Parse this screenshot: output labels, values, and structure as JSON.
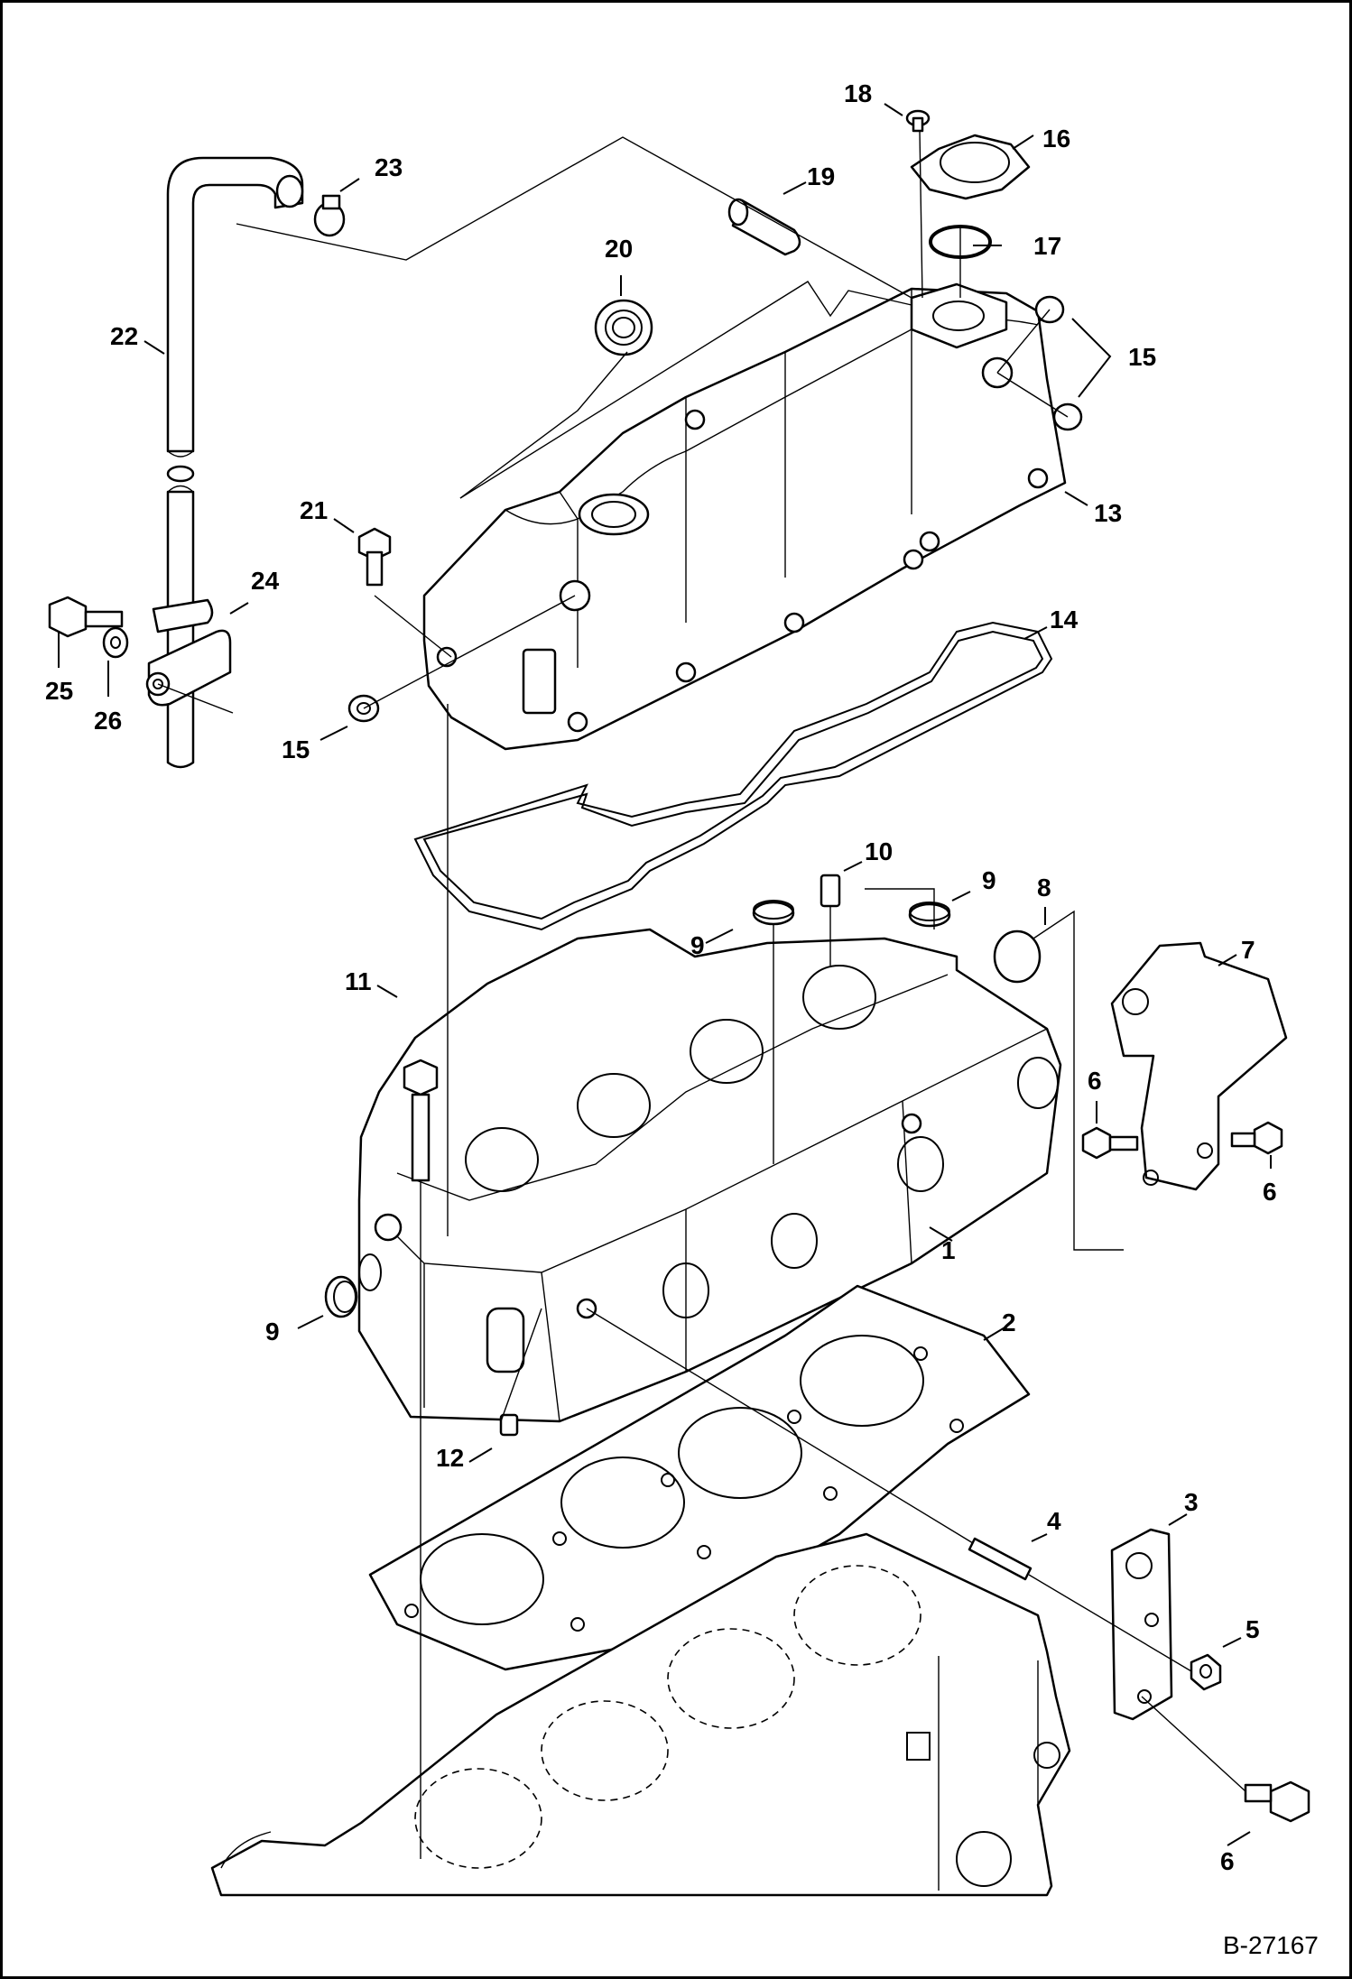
{
  "figure": {
    "reference_id": "B-27167"
  },
  "callouts": [
    {
      "id": "c1",
      "label": "1"
    },
    {
      "id": "c2",
      "label": "2"
    },
    {
      "id": "c3",
      "label": "3"
    },
    {
      "id": "c4",
      "label": "4"
    },
    {
      "id": "c5",
      "label": "5"
    },
    {
      "id": "c6a",
      "label": "6"
    },
    {
      "id": "c6b",
      "label": "6"
    },
    {
      "id": "c6c",
      "label": "6"
    },
    {
      "id": "c7",
      "label": "7"
    },
    {
      "id": "c8",
      "label": "8"
    },
    {
      "id": "c9a",
      "label": "9"
    },
    {
      "id": "c9b",
      "label": "9"
    },
    {
      "id": "c9c",
      "label": "9"
    },
    {
      "id": "c10",
      "label": "10"
    },
    {
      "id": "c11",
      "label": "11"
    },
    {
      "id": "c12",
      "label": "12"
    },
    {
      "id": "c13",
      "label": "13"
    },
    {
      "id": "c14",
      "label": "14"
    },
    {
      "id": "c15a",
      "label": "15"
    },
    {
      "id": "c15b",
      "label": "15"
    },
    {
      "id": "c16",
      "label": "16"
    },
    {
      "id": "c17",
      "label": "17"
    },
    {
      "id": "c18",
      "label": "18"
    },
    {
      "id": "c19",
      "label": "19"
    },
    {
      "id": "c20",
      "label": "20"
    },
    {
      "id": "c21",
      "label": "21"
    },
    {
      "id": "c22",
      "label": "22"
    },
    {
      "id": "c23",
      "label": "23"
    },
    {
      "id": "c24",
      "label": "24"
    },
    {
      "id": "c25",
      "label": "25"
    },
    {
      "id": "c26",
      "label": "26"
    }
  ]
}
